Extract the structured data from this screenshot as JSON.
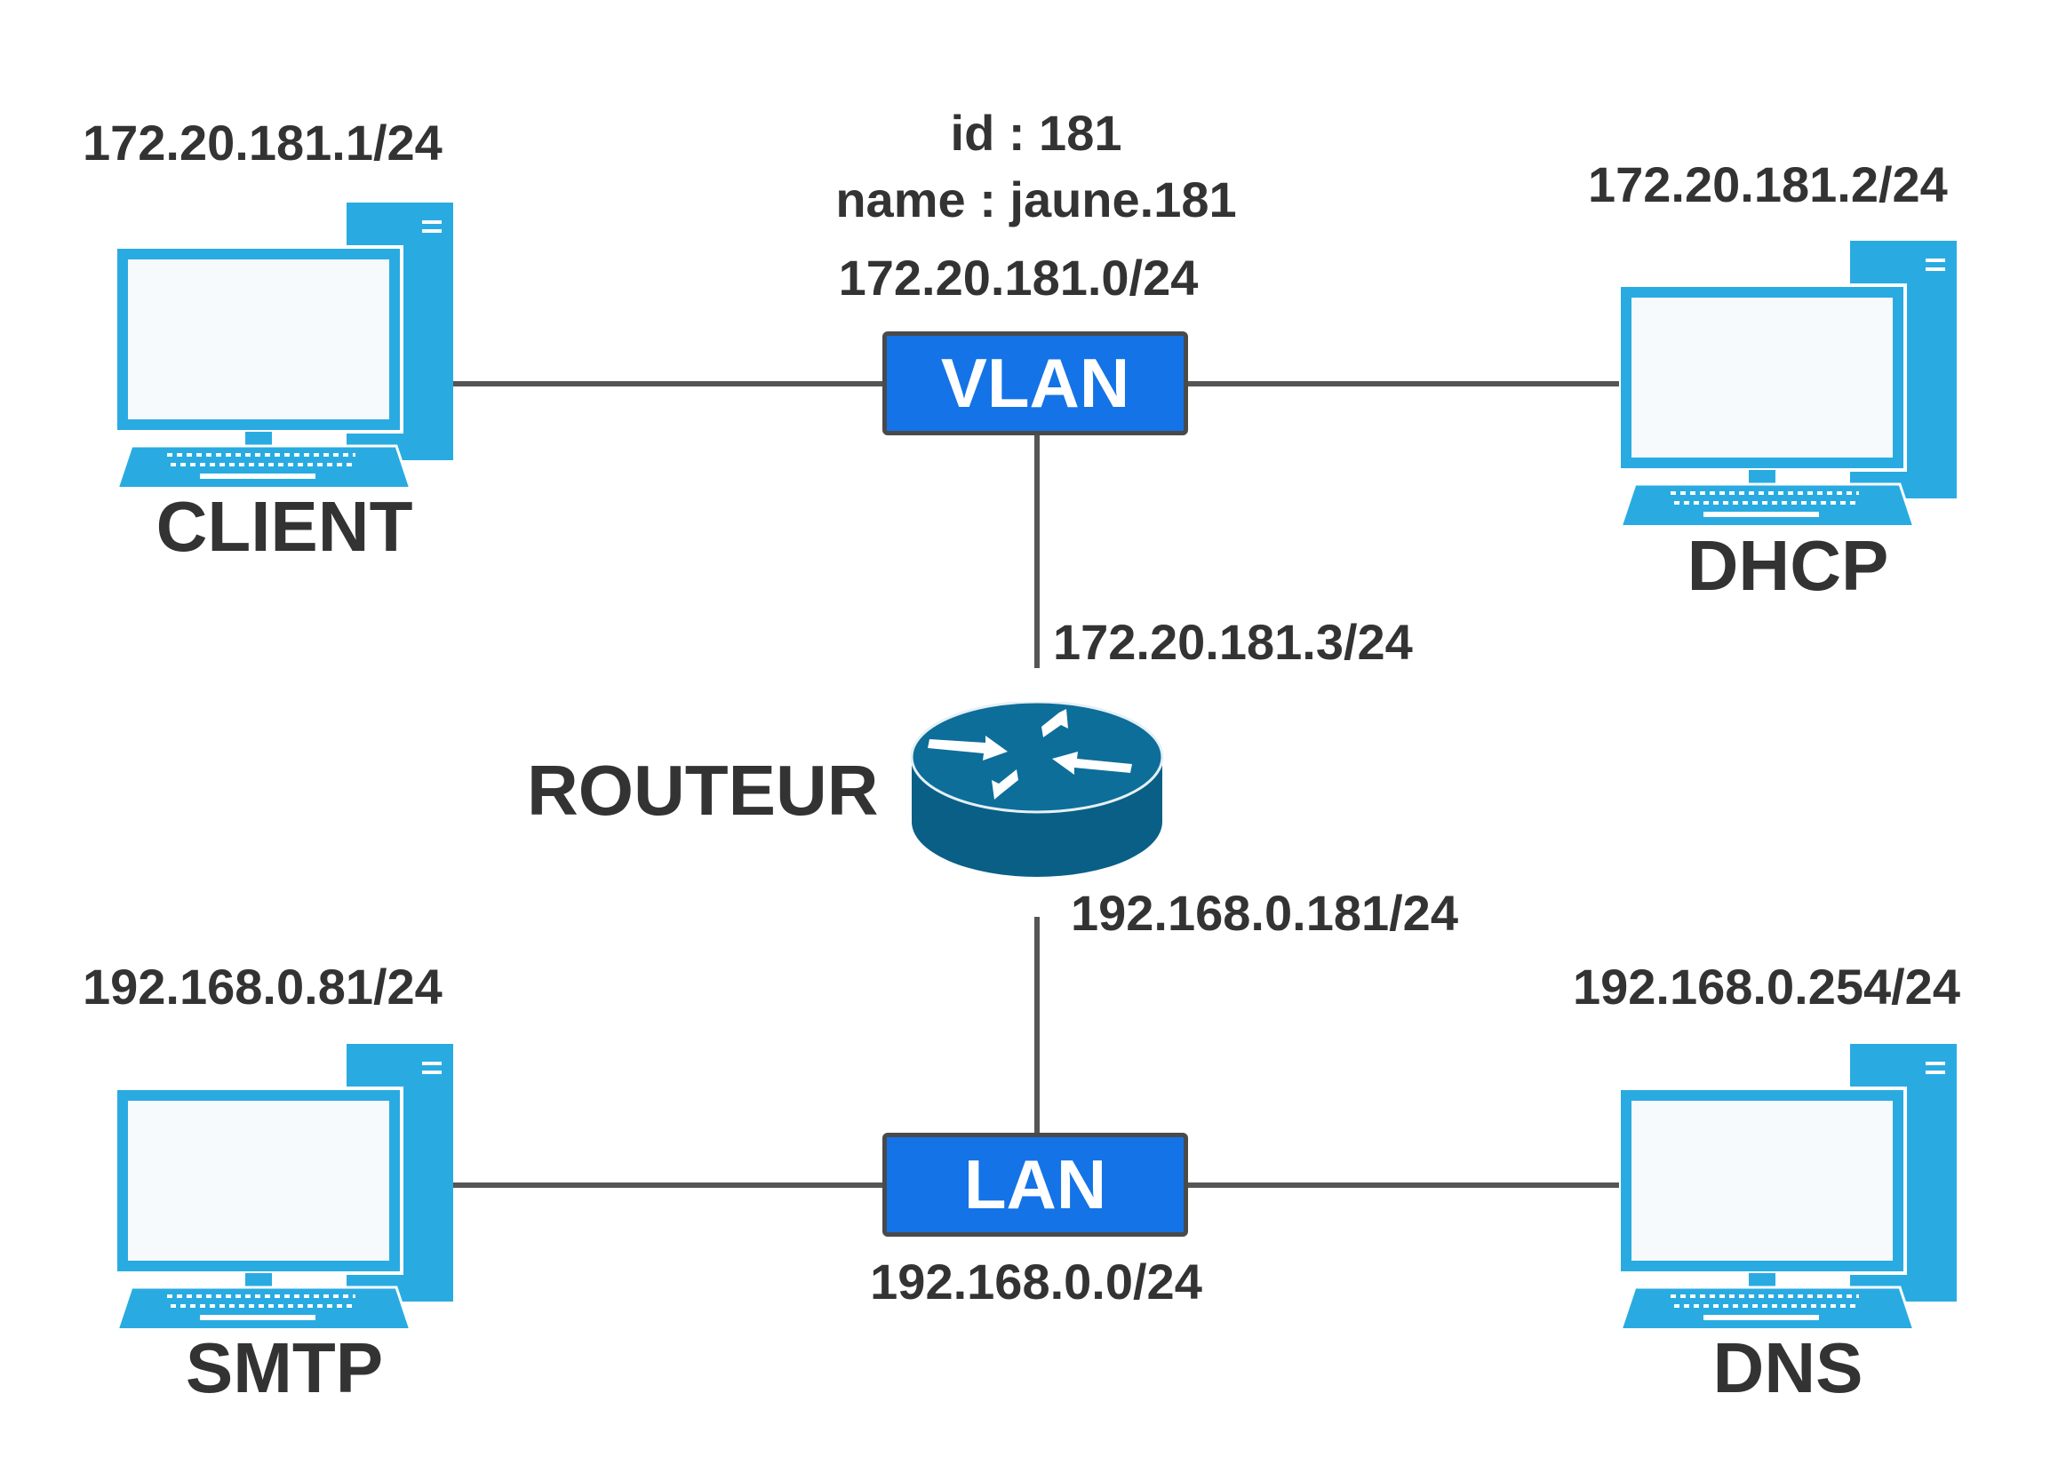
{
  "vlan": {
    "id_line": "id : 181",
    "name_line": "name : jaune.181",
    "network": "172.20.181.0/24",
    "label": "VLAN"
  },
  "lan": {
    "label": "LAN",
    "network": "192.168.0.0/24"
  },
  "client": {
    "ip": "172.20.181.1/24",
    "label": "CLIENT"
  },
  "dhcp": {
    "ip": "172.20.181.2/24",
    "label": "DHCP"
  },
  "smtp": {
    "ip": "192.168.0.81/24",
    "label": "SMTP"
  },
  "dns": {
    "ip": "192.168.0.254/24",
    "label": "DNS"
  },
  "router": {
    "label": "ROUTEUR",
    "ip_vlan": "172.20.181.3/24",
    "ip_lan": "192.168.0.181/24"
  },
  "colors": {
    "computer": "#29abe2",
    "screen": "#f7fafc",
    "switch": "#1473e6",
    "router_top": "#0d6e9a",
    "router_side": "#0a5f86",
    "link": "#555555",
    "text": "#333333"
  },
  "icons": {
    "computer": "desktop-computer-icon",
    "router": "router-icon"
  }
}
